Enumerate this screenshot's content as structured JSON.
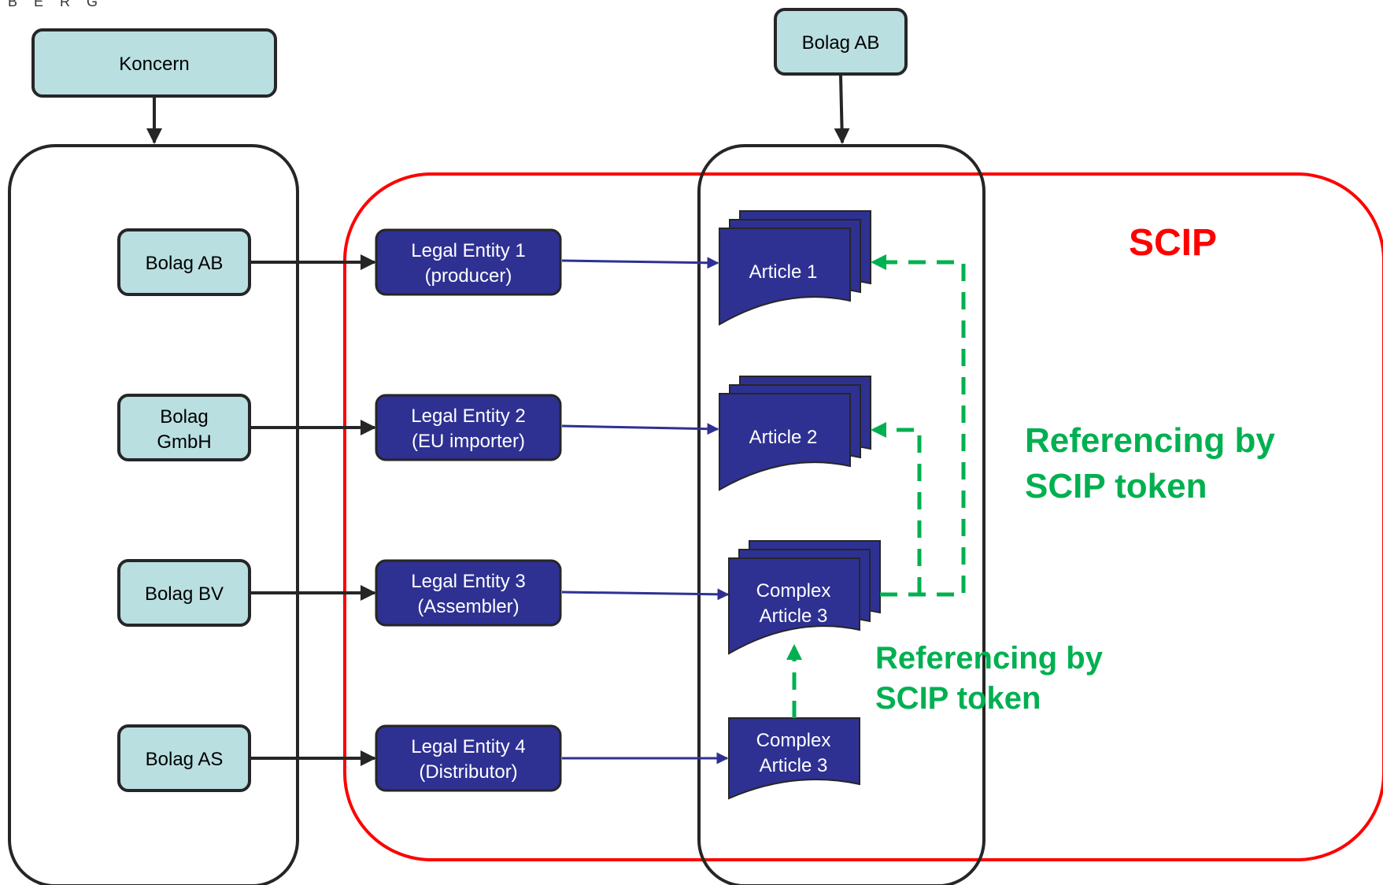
{
  "header": {
    "brand_text": "B E R G"
  },
  "labels": {
    "koncern": "Koncern",
    "bolag_ab_top": "Bolag AB",
    "scip": "SCIP",
    "ref_big_line1": "Referencing by",
    "ref_big_line2": "SCIP token",
    "ref_small_line1": "Referencing by",
    "ref_small_line2": "SCIP token"
  },
  "companies": [
    {
      "lines": [
        "Bolag AB"
      ]
    },
    {
      "lines": [
        "Bolag",
        "GmbH"
      ]
    },
    {
      "lines": [
        "Bolag BV"
      ]
    },
    {
      "lines": [
        "Bolag AS"
      ]
    }
  ],
  "entities": [
    {
      "line1": "Legal Entity 1",
      "line2": "(producer)"
    },
    {
      "line1": "Legal Entity 2",
      "line2": "(EU importer)"
    },
    {
      "line1": "Legal Entity 3",
      "line2": "(Assembler)"
    },
    {
      "line1": "Legal Entity 4",
      "line2": "(Distributor)"
    }
  ],
  "articles": [
    {
      "lines": [
        "Article 1"
      ]
    },
    {
      "lines": [
        "Article 2"
      ]
    },
    {
      "lines": [
        "Complex",
        "Article 3"
      ]
    },
    {
      "lines": [
        "Complex",
        "Article 3"
      ]
    }
  ],
  "colors": {
    "teal_fill": "#b9dfe1",
    "navy_fill": "#2e3192",
    "scip_red": "#ff0000",
    "token_green": "#00b050",
    "outline": "#262626"
  }
}
